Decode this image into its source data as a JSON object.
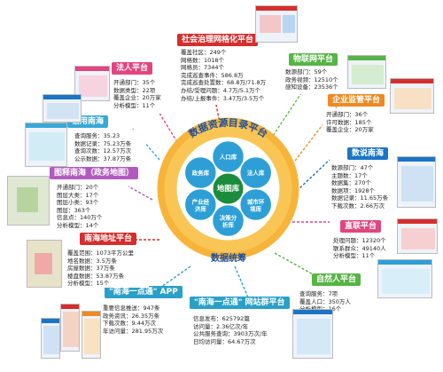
{
  "center": {
    "ring_top": "数据资源目录平台",
    "ring_bottom": "数据统筹",
    "hub": "地图库",
    "petals": [
      "人口库",
      "法人库",
      "城市环境库",
      "决策分析库",
      "产业经济库",
      "政务库"
    ]
  },
  "platforms": {
    "social": {
      "title": "社会治理网格化平台",
      "lines": [
        "覆盖社区：249个",
        "网格数：1018个",
        "网格员：7344个",
        "完成巡查事件：586.8万",
        "完成巡查处置数：68.8万/71.8万",
        "办结/受理问题：4.7万/5.1万个",
        "办结/上报事件：3.47万/3.5万个"
      ]
    },
    "iot": {
      "title": "物联网平台",
      "lines": [
        "数源部门：59个",
        "政务视频：12510个",
        "感知设备：23536个"
      ]
    },
    "enterprise": {
      "title": "企业监管平台",
      "lines": [
        "开通部门：36个",
        "许可数据：185个",
        "覆盖企业：20万家"
      ]
    },
    "legal": {
      "title": "法人平台",
      "lines": [
        "开通部门：35个",
        "数据类型：22项",
        "覆盖企业：20万家",
        "分析模型：11个"
      ]
    },
    "credit": {
      "title": "信用南海",
      "lines": [
        "查询服务：35.23",
        "数据记录：75.23万条",
        "查询次数：12.57万次",
        "公示数据：37.87万条"
      ]
    },
    "gis": {
      "title": "图释南海（政务地图）",
      "lines": [
        "开通部门：20个",
        "图层大类：17个",
        "图层小类：93个",
        "图层：363个",
        "信息点：140万个",
        "分析模型：14个"
      ]
    },
    "address": {
      "title": "南海地址平台",
      "lines": [
        "覆盖范围：1073平方公里",
        "地名数据：3.5万条",
        "房屋数据：37万条",
        "楼盘数据：53.87万条",
        "分析模型：15个"
      ]
    },
    "opendata": {
      "title": "数说南海",
      "lines": [
        "数源部门：47个",
        "主题数：17个",
        "数据集：270个",
        "数据项：1928个",
        "数据记录：11.65万条",
        "下载次数：2.66万次"
      ]
    },
    "direct": {
      "title": "直联平台",
      "lines": [
        "处理问题：12320个",
        "联系群众：49140人",
        "分析模型：11个"
      ]
    },
    "person": {
      "title": "自然人平台",
      "lines": [
        "查询服务：7项",
        "覆盖人口：350万人",
        "分析模型：16个"
      ]
    },
    "app": {
      "title": "\"南海一点通\" APP",
      "lines": [
        "重要信息推送：947条",
        "政务资讯：26.35万条",
        "下载次数：9.44万次",
        "年访问量：281.95万次"
      ]
    },
    "web": {
      "title": "\"南海一点通\" 网站群平台",
      "lines": [
        "信息发布：625792篇",
        "访问量：2.36亿次/年",
        "公共服务查询：3903万次/年",
        "日均访问量：64.67万次"
      ]
    }
  },
  "colors": {
    "gold": "#f2a51f",
    "cyan": "#38a8d8",
    "hub": "#1b8c3b",
    "petal": "#2d9fd6",
    "pink": "#e2457e",
    "red": "#d62d2d",
    "orange": "#ef8a22",
    "blue": "#1a75c6",
    "green": "#57b446",
    "purple": "#b25bbf",
    "teal": "#2aa0c8"
  }
}
